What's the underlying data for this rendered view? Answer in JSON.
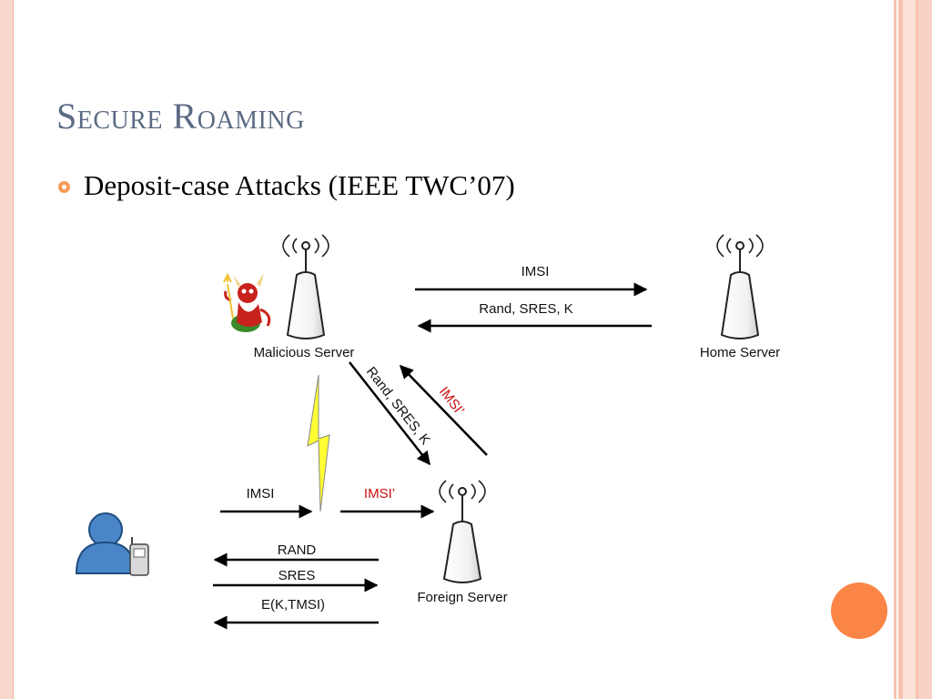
{
  "slide": {
    "title": "Secure Roaming",
    "bullet": "Deposit-case Attacks (IEEE TWC’07)"
  },
  "diagram": {
    "nodes": {
      "malicious": "Malicious Server",
      "home": "Home Server",
      "foreign": "Foreign Server"
    },
    "edges": {
      "mal_to_home": "IMSI",
      "home_to_mal": "Rand, SRES, K",
      "mal_to_foreign": "Rand, SRES, K",
      "foreign_to_mal": "IMSI’",
      "user_imsi": "IMSI",
      "mal_imsi_prime": "IMSI’",
      "rand": "RAND",
      "sres": "SRES",
      "ektmsi": "E(K,TMSI)"
    }
  },
  "colors": {
    "title": "#5b6b84",
    "accent": "#fb8546",
    "border": "#f8d7cc",
    "red_label": "#cc1111"
  },
  "icons": [
    "antenna-icon",
    "devil-icon",
    "user-icon",
    "phone-icon",
    "lightning-icon"
  ]
}
